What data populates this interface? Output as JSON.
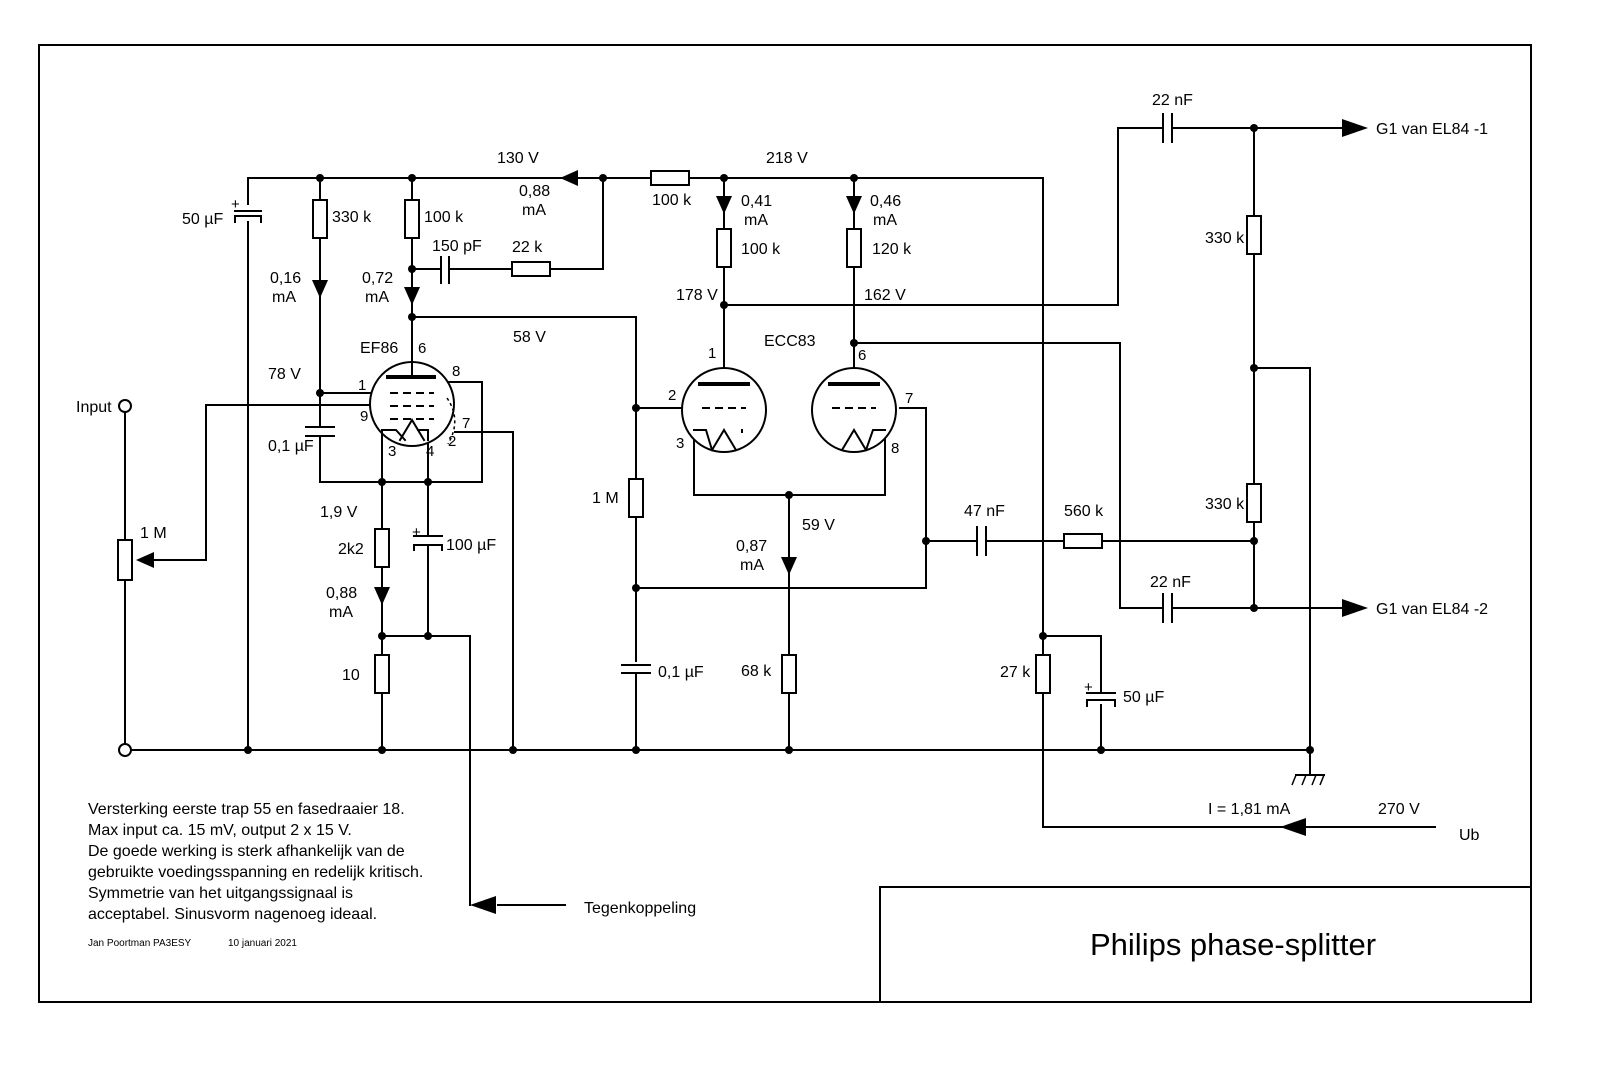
{
  "title": "Philips phase-splitter",
  "author": "Jan Poortman PA3ESY",
  "date": "10 januari 2021",
  "notes": [
    "Versterking eerste trap 55 en fasedraaier 18.",
    "Max input ca. 15 mV, output 2 x 15 V.",
    "De goede werking is sterk afhankelijk van de",
    "gebruikte voedingsspanning en redelijk kritisch.",
    "Symmetrie van het uitgangssignaal is",
    "acceptabel. Sinusvorm nagenoeg ideaal."
  ],
  "tubes": {
    "ef86": "EF86",
    "ecc83": "ECC83"
  },
  "pins": {
    "ef86": [
      "6",
      "8",
      "1",
      "9",
      "3",
      "4",
      "2",
      "7"
    ],
    "ecc83": [
      "1",
      "2",
      "3",
      "6",
      "7",
      "8"
    ]
  },
  "components": {
    "c_50uf_left": "50 µF",
    "r_330k_left": "330 k",
    "r_100k_ef86": "100 k",
    "c_150pf": "150 pF",
    "r_22k": "22 k",
    "r_100k_series": "100 k",
    "r_100k_ecc": "100 k",
    "r_120k": "120 k",
    "c_22nf_top": "22 nF",
    "r_330k_top": "330 k",
    "r_330k_bottom": "330 k",
    "c_22nf_bottom": "22 nF",
    "c_01uf_left": "0,1 µF",
    "pot_1m": "1 M",
    "r_2k2": "2k2",
    "c_100uf": "100 µF",
    "r_10": "10",
    "r_1m": "1 M",
    "c_01uf_mid": "0,1 µF",
    "r_68k": "68 k",
    "c_47nf": "47 nF",
    "r_560k": "560 k",
    "r_27k": "27 k",
    "c_50uf_right": "50 µF"
  },
  "voltages": {
    "v130": "130 V",
    "v218": "218 V",
    "v178": "178 V",
    "v162": "162 V",
    "v58": "58 V",
    "v78": "78 V",
    "v19": "1,9 V",
    "v59": "59 V",
    "v270": "270 V"
  },
  "currents": {
    "i088_top": [
      "0,88",
      "mA"
    ],
    "i041": [
      "0,41",
      "mA"
    ],
    "i046": [
      "0,46",
      "mA"
    ],
    "i016": [
      "0,16",
      "mA"
    ],
    "i072": [
      "0,72",
      "mA"
    ],
    "i088_cathode": [
      "0,88",
      "mA"
    ],
    "i087": [
      "0,87",
      "mA"
    ],
    "i_total": "I = 1,81 mA"
  },
  "terminals": {
    "input": "Input",
    "out1": "G1 van EL84 -1",
    "out2": "G1 van EL84 -2",
    "ub": "Ub",
    "feedback": "Tegenkoppeling"
  }
}
